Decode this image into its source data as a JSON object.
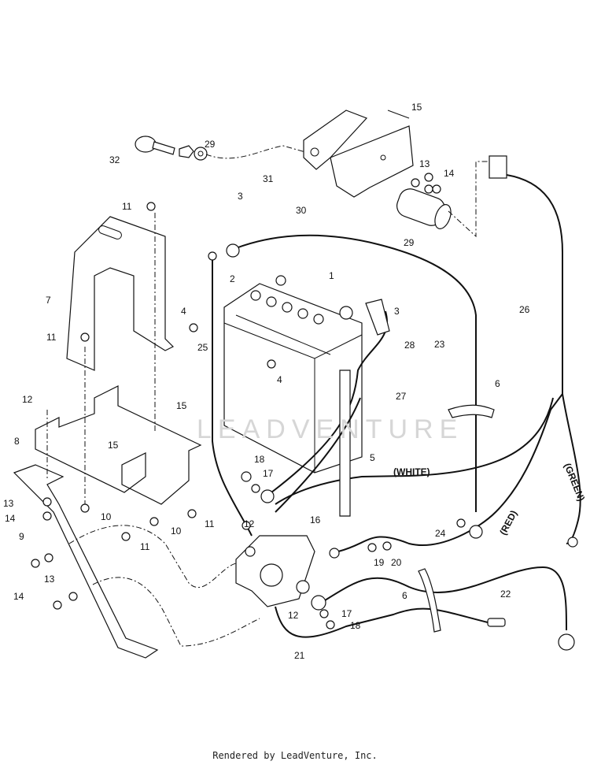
{
  "diagram": {
    "watermark": "LEADVENTURE",
    "callouts": [
      "15",
      "32",
      "29",
      "31",
      "13",
      "14",
      "30",
      "11",
      "3",
      "29",
      "26",
      "1",
      "2",
      "7",
      "3",
      "4",
      "11",
      "28",
      "25",
      "4",
      "23",
      "6",
      "27",
      "12",
      "15",
      "8",
      "15",
      "5",
      "18",
      "17",
      "13",
      "14",
      "10",
      "11",
      "10",
      "9",
      "11",
      "12",
      "16",
      "24",
      "19",
      "20",
      "13",
      "14",
      "6",
      "17",
      "22",
      "12",
      "18",
      "21"
    ],
    "wire_colors": {
      "white": "(WHITE)",
      "green": "(GREEN)",
      "red": "(RED)"
    }
  },
  "footer": {
    "text": "Rendered by LeadVenture, Inc."
  }
}
